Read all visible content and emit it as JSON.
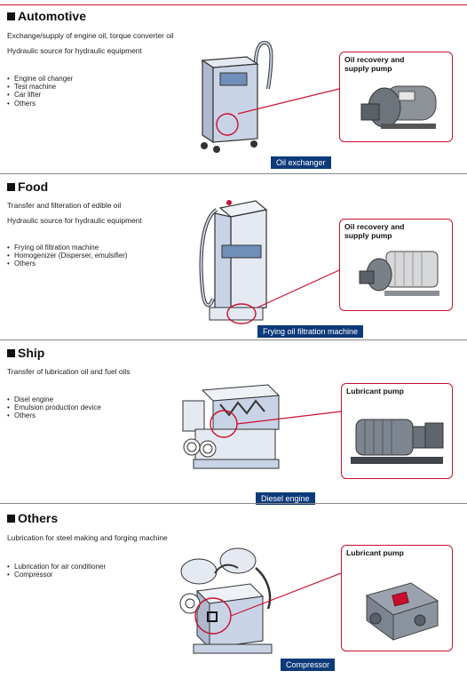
{
  "sections": [
    {
      "heading": "Automotive",
      "desc1": "Exchange/supply of engine oil, torque converter oil",
      "desc2": "Hydraulic source for hydraulic equipment",
      "items": [
        "Engine oil changer",
        "Test machine",
        "Car lifter",
        "Others"
      ],
      "caption": "Oil exchanger",
      "pump_label": "Oil recovery and supply pump",
      "illustration_icon": "oil-exchanger-icon",
      "pump_icon": "gear-pump-icon"
    },
    {
      "heading": "Food",
      "desc1": "Transfer and filteration of edible oil",
      "desc2": "Hydraulic source for hydraulic equipment",
      "items": [
        "Frying oil filtration machine",
        "Homogenizer (Disperser, emulsifier)",
        "Others"
      ],
      "caption": "Frying oil filtration machine",
      "pump_label": "Oil recovery and supply pump",
      "illustration_icon": "frying-oil-filtration-machine-icon",
      "pump_icon": "motor-pump-icon"
    },
    {
      "heading": "Ship",
      "desc1": "Transfer of lubrication oil and fuel oils",
      "items": [
        "Disel engine",
        "Emulsion production device",
        "Others"
      ],
      "caption": "Diesel engine",
      "pump_label": "Lubricant pump",
      "illustration_icon": "diesel-engine-icon",
      "pump_icon": "lubricant-motor-pump-icon"
    },
    {
      "heading": "Others",
      "desc1": "Lubrication for steel making and forging machine",
      "items": [
        "Lubrication for air conditioner",
        "Compressor"
      ],
      "caption": "Compressor",
      "pump_label": "Lubricant pump",
      "illustration_icon": "compressor-icon",
      "pump_icon": "gear-pump-icon"
    }
  ],
  "colors": {
    "accent_red": "#c8102e",
    "caption_navy": "#0d3a7a",
    "machine_fill": "#c9d3e6"
  }
}
